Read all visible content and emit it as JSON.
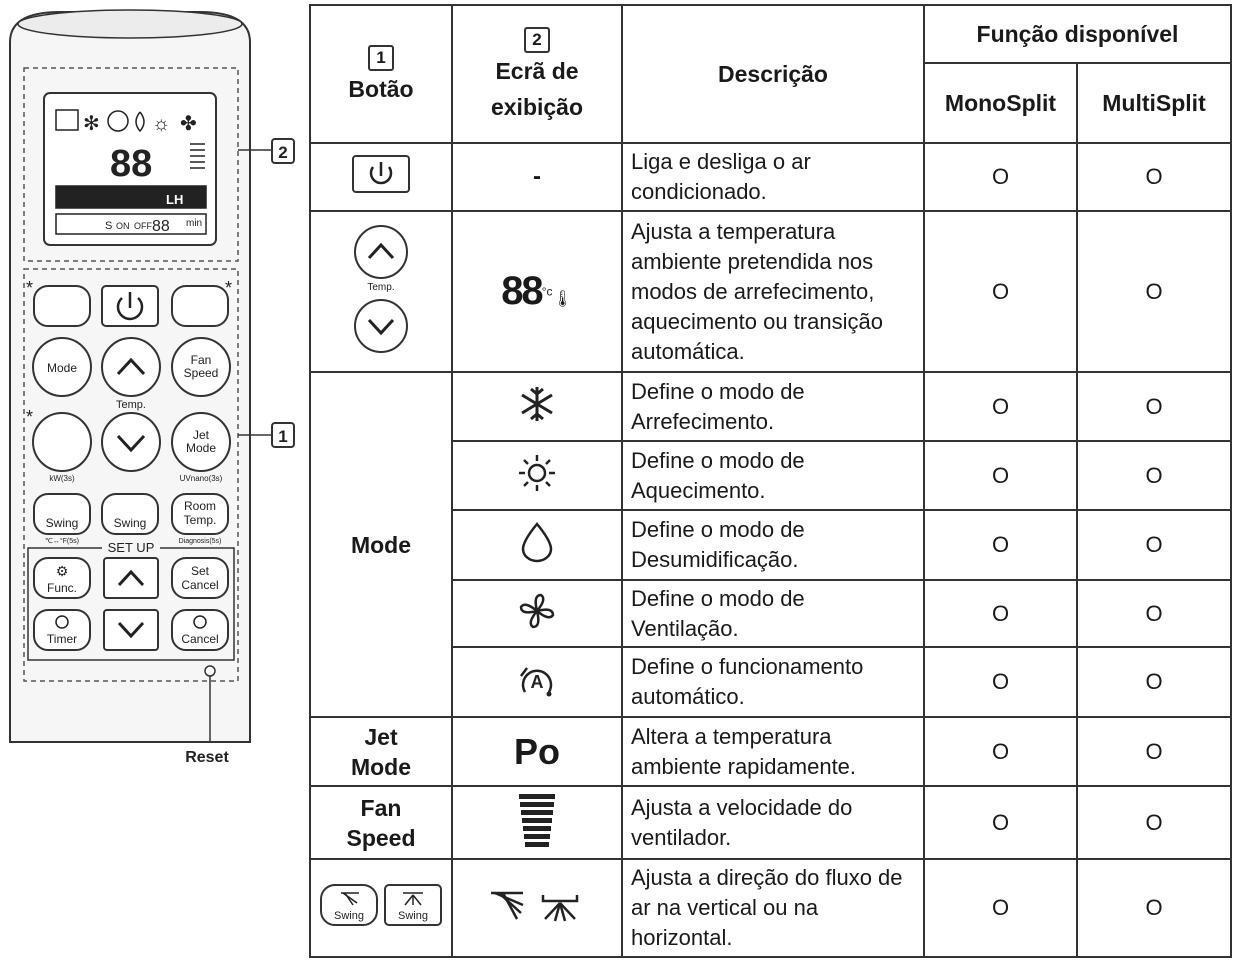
{
  "remote": {
    "callout_1": "1",
    "callout_2": "2",
    "reset_label": "Reset",
    "asterisk": "*",
    "buttons": {
      "mode": "Mode",
      "fan_speed_1": "Fan",
      "fan_speed_2": "Speed",
      "temp": "Temp.",
      "jet_mode_1": "Jet",
      "jet_mode_2": "Mode",
      "kwh": "kW(3s)",
      "uv": "UVnano(3s)",
      "swing": "Swing",
      "room_temp_1": "Room",
      "room_temp_2": "Temp.",
      "swing_sub_left": "℃↔°F(5s)",
      "swing_sub_right": "Diagnosis(5s)",
      "setup": "SET UP",
      "func": "Func.",
      "set_cancel_1": "Set",
      "set_cancel_2": "Cancel",
      "timer": "Timer",
      "cancel": "Cancel"
    },
    "lcd": {
      "digits": "88",
      "on": "ON",
      "off": "OFF",
      "lh": "LH",
      "s": "S",
      "timer_digits": "88",
      "min": "min"
    }
  },
  "table": {
    "headers": {
      "col1_num": "1",
      "col1_label": "Botão",
      "col2_num": "2",
      "col2_label_1": "Ecrã de",
      "col2_label_2": "exibição",
      "col3_label": "Descrição",
      "col45_label": "Função disponível",
      "col4_label": "MonoSplit",
      "col5_label": "MultiSplit"
    },
    "rows": [
      {
        "button": "",
        "display": "-",
        "description": "Liga e desliga o ar condicionado.",
        "mono": "O",
        "multi": "O"
      },
      {
        "button": "Temp.",
        "display": "88",
        "display_unit": "°c",
        "description": "Ajusta a temperatura ambiente pretendida nos modos de arrefecimento, aquecimento ou transição automática.",
        "mono": "O",
        "multi": "O"
      },
      {
        "button": "Mode",
        "display": "cool-icon",
        "description": "Define o modo de Arrefecimento.",
        "mono": "O",
        "multi": "O"
      },
      {
        "button": "",
        "display": "heat-icon",
        "description": "Define o modo de Aquecimento.",
        "mono": "O",
        "multi": "O"
      },
      {
        "button": "",
        "display": "dehumidify-icon",
        "description": "Define o modo de Desumidificação.",
        "mono": "O",
        "multi": "O"
      },
      {
        "button": "",
        "display": "fan-icon",
        "description": "Define o modo de Ventilação.",
        "mono": "O",
        "multi": "O"
      },
      {
        "button": "",
        "display": "auto-icon",
        "description": "Define o funcionamento automático.",
        "mono": "O",
        "multi": "O"
      },
      {
        "button": "Jet Mode",
        "button_1": "Jet",
        "button_2": "Mode",
        "display": "Po",
        "description": "Altera a temperatura ambiente rapidamente.",
        "mono": "O",
        "multi": "O"
      },
      {
        "button": "Fan Speed",
        "button_1": "Fan",
        "button_2": "Speed",
        "display": "fan-speed-bars-icon",
        "description": "Ajusta a velocidade do ventilador.",
        "mono": "O",
        "multi": "O"
      },
      {
        "button": "Swing",
        "button_label": "Swing",
        "display": "swing-icon",
        "description": "Ajusta a direção do fluxo de ar na vertical ou na horizontal.",
        "mono": "O",
        "multi": "O"
      }
    ]
  }
}
